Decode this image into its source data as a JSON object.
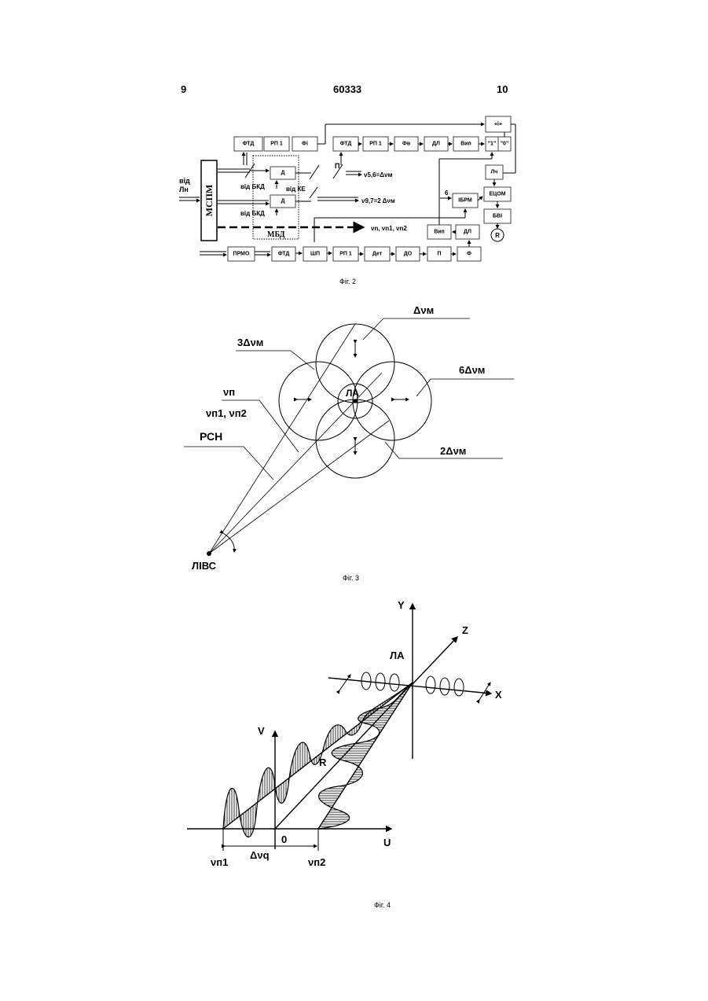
{
  "header": {
    "left_page": "9",
    "patent_number": "60333",
    "right_page": "10"
  },
  "fig2": {
    "caption": "Фіг. 2",
    "mspm": "МСПМ",
    "from_ln": [
      "від",
      "Лн"
    ],
    "mbd": "МБД",
    "from_bkd_1": "від БКД",
    "from_ke": "від КЕ",
    "from_bkd_2": "від БКД",
    "p_label": "П",
    "out_56": "ν5,6=Δνм",
    "out_97": "ν9,7=2 Δνм",
    "out_dashed": "νn, νn1, νn2",
    "six": "6",
    "row1": [
      "ФТД",
      "РП 1",
      "Фі"
    ],
    "row2": [
      "ФТД",
      "РП 1",
      "Фв",
      "ДЛ",
      "Вип"
    ],
    "logic": {
      "top": "«і»",
      "one": "\"1\"",
      "zero": "\"0\""
    },
    "d_blocks": [
      "Д",
      "Д"
    ],
    "right": [
      "Лч",
      "ЕЦОМ",
      "БВІ",
      "R"
    ],
    "ibrm": "ІБРМ",
    "vip2": "Вип",
    "dl2": "ДЛ",
    "row3": [
      "ПРМО",
      "ФТД",
      "ШП",
      "РП 1",
      "Дет",
      "ДО",
      "П",
      "Ф"
    ]
  },
  "fig3": {
    "caption": "Фіг. 3",
    "labels": {
      "dv": "Δνм",
      "three_dv": "3Δνм",
      "six_dv": "6Δνм",
      "two_dv": "2Δνм",
      "vp": "νп",
      "vp12": "νп1, νп2",
      "rsn": "РСН",
      "la": "ЛА",
      "livs": "ЛІВС"
    }
  },
  "fig4": {
    "caption": "Фіг. 4",
    "labels": {
      "Y": "Y",
      "Z": "Z",
      "X": "X",
      "LA": "ЛА",
      "V": "V",
      "R": "R",
      "U": "U",
      "zero": "0",
      "vp1": "νп1",
      "dvq": "Δνq",
      "vp2": "νп2"
    }
  }
}
